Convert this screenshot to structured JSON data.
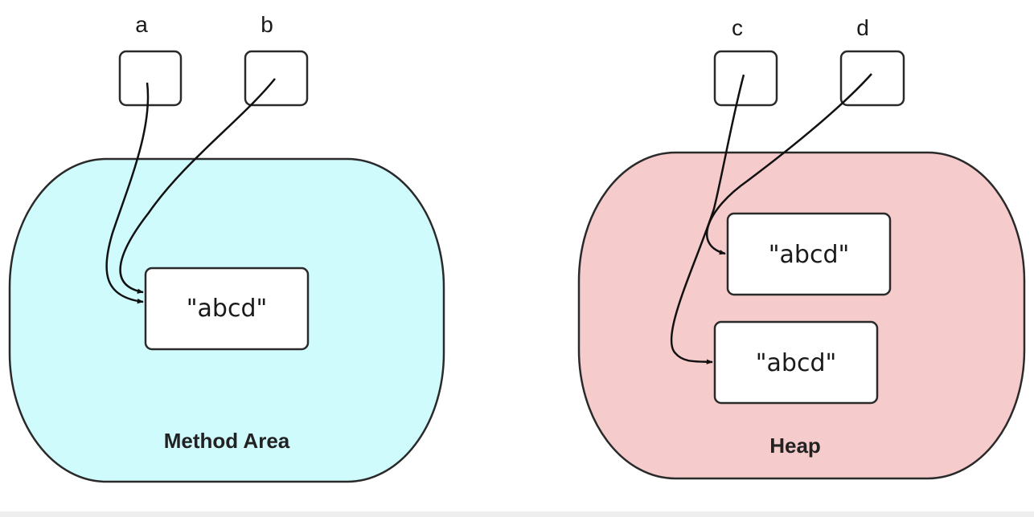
{
  "variables": {
    "a": "a",
    "b": "b",
    "c": "c",
    "d": "d"
  },
  "regions": {
    "method_area": {
      "label": "Method Area",
      "color": "#d0fbfd"
    },
    "heap": {
      "label": "Heap",
      "color": "#f6cbcb"
    }
  },
  "objects": {
    "method_area_string": "\"abcd\"",
    "heap_string_1": "\"abcd\"",
    "heap_string_2": "\"abcd\""
  }
}
